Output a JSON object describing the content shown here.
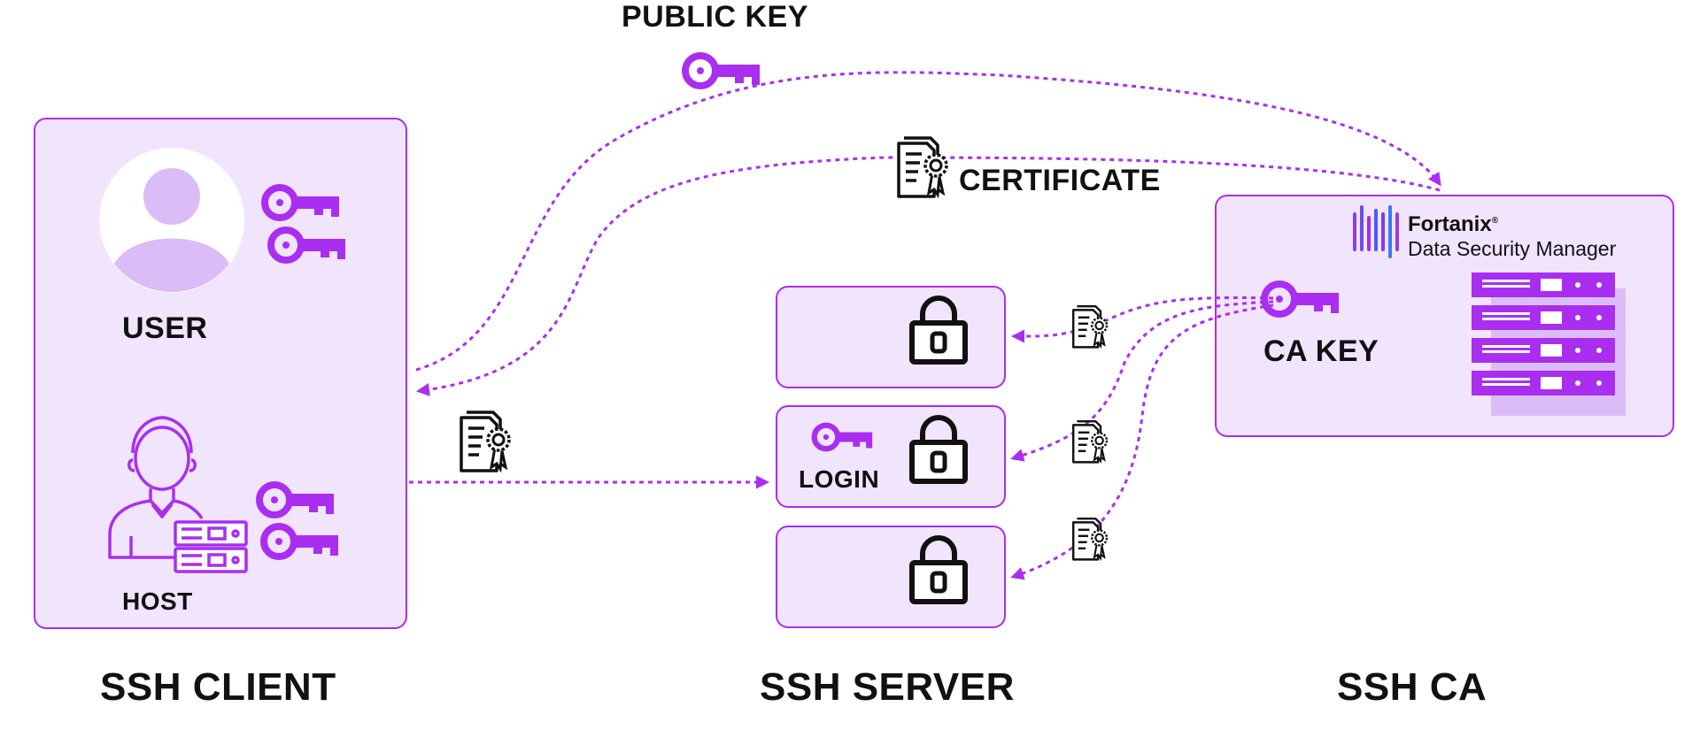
{
  "labels": {
    "public_key": "PUBLIC KEY",
    "certificate": "CERTIFICATE",
    "user": "USER",
    "host": "HOST",
    "login": "LOGIN",
    "ca_key": "CA KEY"
  },
  "columns": {
    "client": "SSH CLIENT",
    "server": "SSH SERVER",
    "ca": "SSH CA"
  },
  "brand": {
    "name": "Fortanix",
    "registered_mark": "®",
    "product": "Data Security Manager"
  },
  "icons": [
    "key-icon",
    "certificate-icon",
    "lock-icon",
    "user-avatar-icon",
    "host-person-icon",
    "server-rack-icon",
    "fortanix-logo"
  ],
  "colors": {
    "accent": "#a92ef0",
    "panel_fill": "#f1e4fd",
    "avatar_fill": "#dcbcf7",
    "icon_stroke": "#111111"
  }
}
